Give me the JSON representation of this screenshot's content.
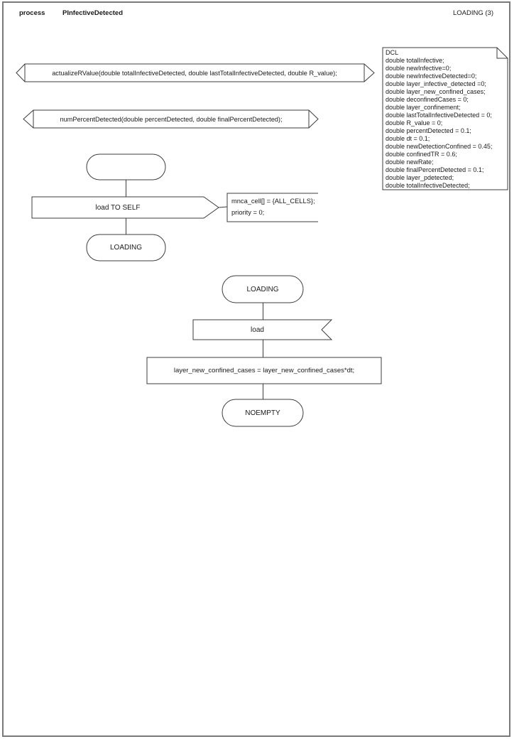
{
  "header": {
    "kind_label": "process",
    "process_name": "PInfectiveDetected",
    "state_page_label": "LOADING (3)"
  },
  "procedure_declarations": [
    {
      "label": "actualizeRValue(double totalInfectiveDetected, double lastTotalInfectiveDetected, double R_value);"
    },
    {
      "label": "numPercentDetected(double percentDetected, double finalPercentDetected);"
    }
  ],
  "start_flow": {
    "output_label": "load TO SELF",
    "comment_lines": [
      "mnca_cell[] = {ALL_CELLS};",
      "priority = 0;"
    ],
    "next_state": "LOADING"
  },
  "loading_flow": {
    "state": "LOADING",
    "input_signal": "load",
    "task": "layer_new_confined_cases = layer_new_confined_cases*dt;",
    "next_state": "NOEMPTY"
  },
  "declarations": {
    "lines": [
      "DCL",
      "double totalInfective;",
      "double newInfective=0;",
      "double newInfectiveDetected=0;",
      "double layer_infective_detected =0;",
      "double layer_new_confined_cases;",
      "double deconfinedCases = 0;",
      "double layer_confinement;",
      "double lastTotalInfectiveDetected = 0;",
      "double R_value = 0;",
      "double percentDetected = 0.1;",
      "double dt = 0.1;",
      "double newDetectionConfined = 0.45;",
      "double confinedTR = 0.6;",
      "double newRate;",
      "double finalPercentDetected = 0.1;",
      "double layer_pdetected;",
      "double totalInfectiveDetected;"
    ]
  },
  "colors": {
    "shape_stroke": "#3c3c3c",
    "page_border": "#7a7a7a",
    "text": "#1a1a1a",
    "background": "#ffffff"
  }
}
